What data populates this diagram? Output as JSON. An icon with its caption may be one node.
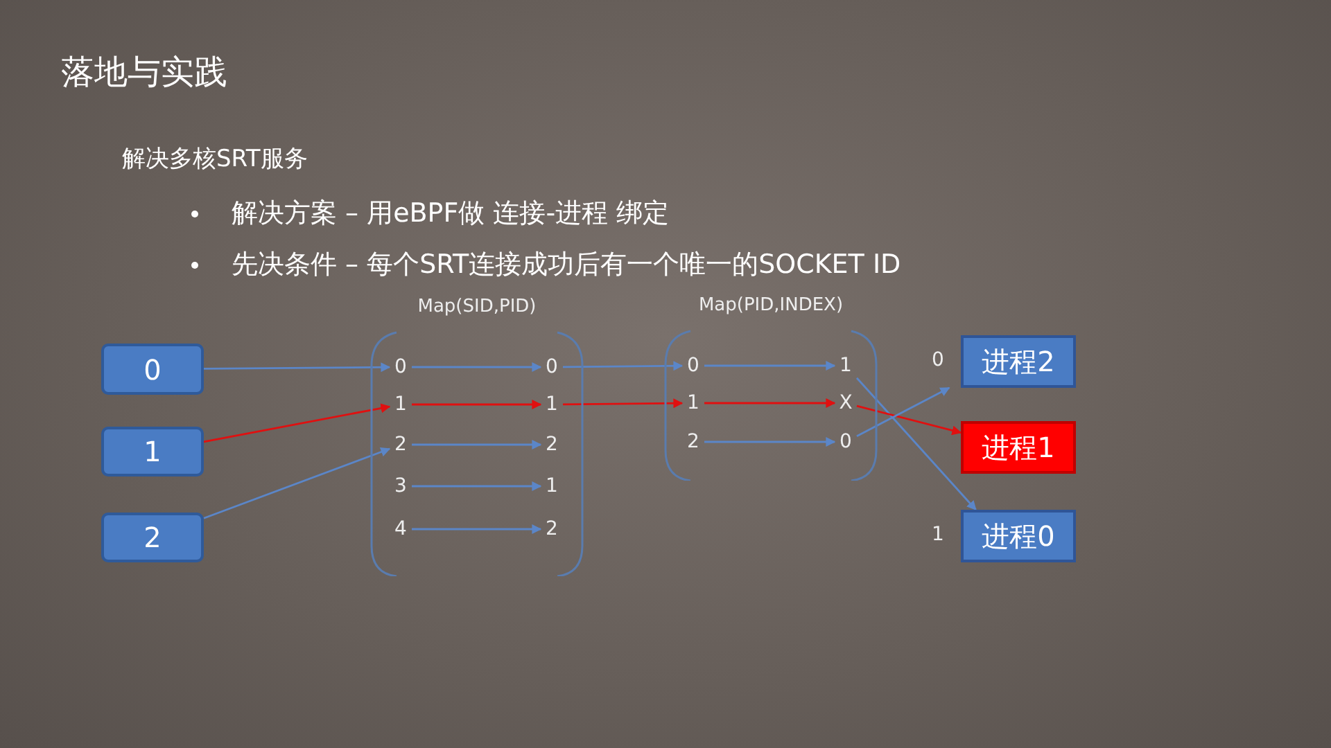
{
  "diagram": {
    "title": "落地与实践",
    "nodes": [
      {
        "text": [
          "0"
        ]
      },
      {
        "text": [
          "1"
        ]
      },
      {
        "text": [
          "2"
        ]
      },
      {
        "text": [
          "Map(SID,PID)"
        ]
      },
      {
        "text": [
          "0"
        ],
        "in": 3
      },
      {
        "text": [
          "1"
        ],
        "in": 3
      },
      {
        "text": [
          "2"
        ],
        "in": 3
      },
      {
        "text": [
          "3"
        ],
        "in": 3
      },
      {
        "text": [
          "4"
        ],
        "in": 3
      },
      {
        "text": [
          "0"
        ],
        "in": 3
      },
      {
        "text": [
          "1"
        ],
        "in": 3
      },
      {
        "text": [
          "2"
        ],
        "in": 3
      },
      {
        "text": [
          "1"
        ],
        "in": 3
      },
      {
        "text": [
          "2"
        ],
        "in": 3
      },
      {
        "text": [
          "Map(PID,INDEX)"
        ]
      },
      {
        "text": [
          "0"
        ],
        "in": 14
      },
      {
        "text": [
          "1"
        ],
        "in": 14
      },
      {
        "text": [
          "2"
        ],
        "in": 14
      },
      {
        "text": [
          "1"
        ],
        "in": 14
      },
      {
        "text": [
          "X"
        ],
        "in": 14
      },
      {
        "text": [
          "0"
        ],
        "in": 14
      },
      {
        "text": [
          "进程2"
        ],
        "beside": [
          "0"
        ]
      },
      {
        "text": [
          "进程1"
        ]
      },
      {
        "text": [
          "进程0"
        ],
        "beside": [
          "1"
        ]
      }
    ],
    "edges": [
      {
        "from": 0,
        "to": 4,
        "arrow": "to"
      },
      {
        "from": 1,
        "to": 5,
        "arrow": "to",
        "color": "#e01010"
      },
      {
        "from": 2,
        "to": 6,
        "arrow": "to"
      },
      {
        "from": 4,
        "to": 9,
        "arrow": "to"
      },
      {
        "from": 5,
        "to": 10,
        "arrow": "to",
        "color": "#e01010"
      },
      {
        "from": 6,
        "to": 11,
        "arrow": "to"
      },
      {
        "from": 7,
        "to": 12,
        "arrow": "to"
      },
      {
        "from": 8,
        "to": 13,
        "arrow": "to"
      },
      {
        "from": 9,
        "to": 15,
        "arrow": "to"
      },
      {
        "from": 10,
        "to": 16,
        "arrow": "to",
        "color": "#e01010"
      },
      {
        "from": 15,
        "to": 18,
        "arrow": "to"
      },
      {
        "from": 16,
        "to": 19,
        "arrow": "to",
        "color": "#e01010"
      },
      {
        "from": 17,
        "to": 20,
        "arrow": "to"
      },
      {
        "from": 18,
        "to": 23,
        "arrow": "to"
      },
      {
        "from": 19,
        "to": 22,
        "arrow": "to",
        "color": "#e01010"
      },
      {
        "from": 20,
        "to": 21,
        "arrow": "to"
      }
    ],
    "labels": [
      "解决多核SRT服务",
      "解决方案 – 用eBPF做 连接-进程 绑定",
      "先决条件 – 每个SRT连接成功后有一个唯一的SOCKET  ID"
    ]
  }
}
